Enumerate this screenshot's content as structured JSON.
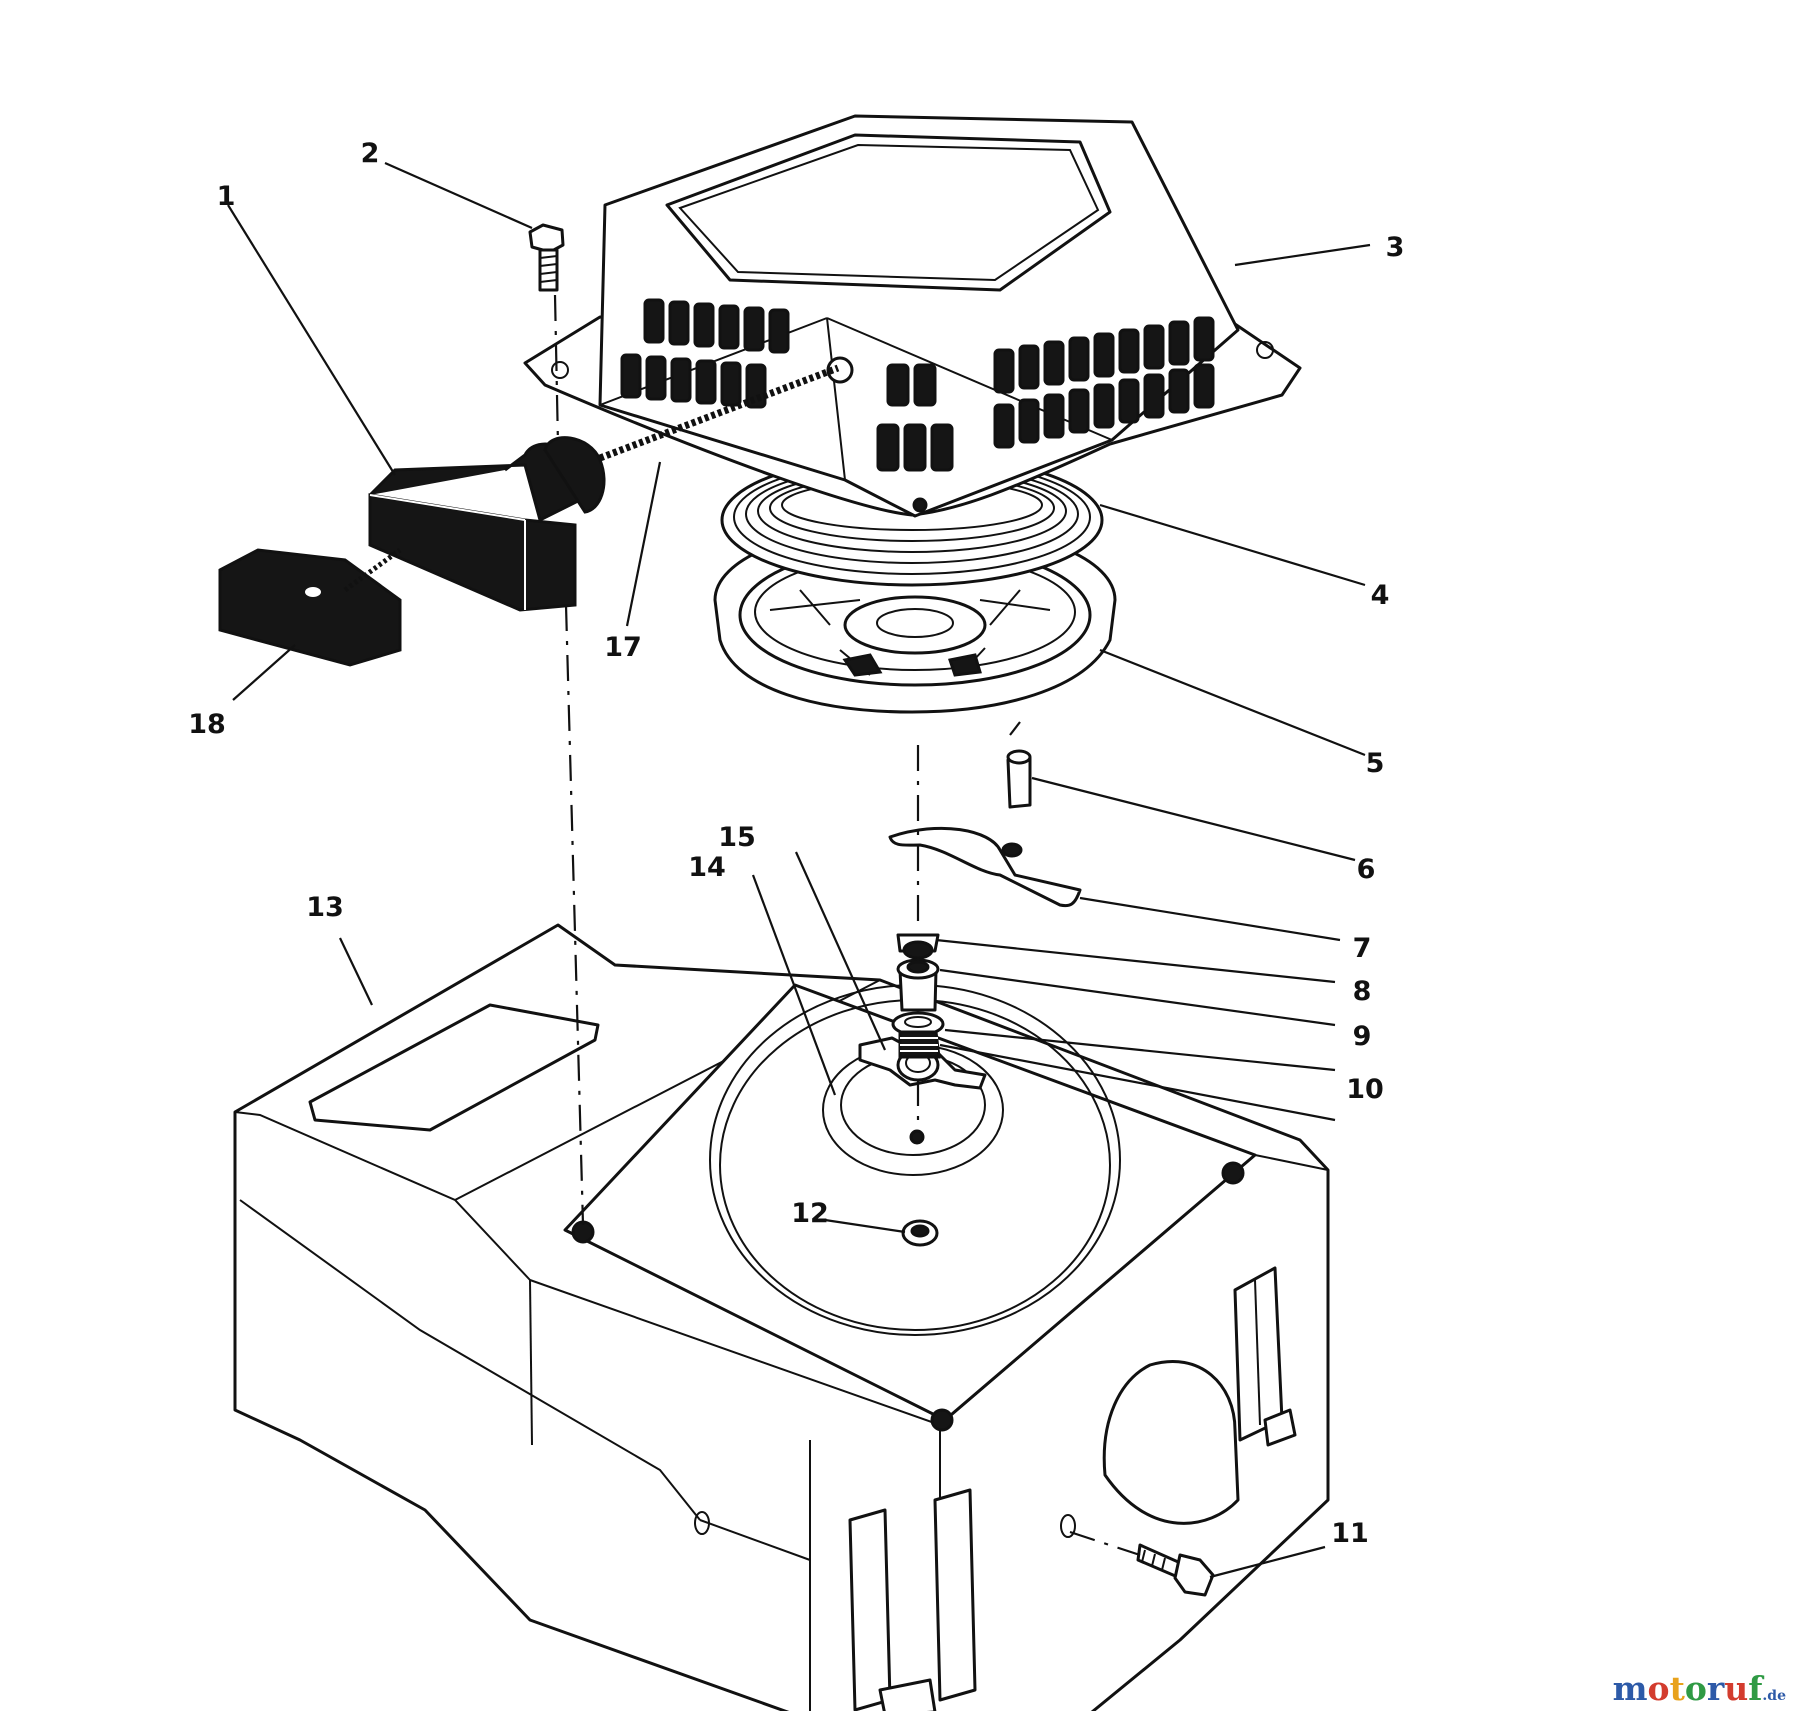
{
  "callouts": [
    {
      "number": "1",
      "part": "handle-grip"
    },
    {
      "number": "2",
      "part": "mounting-bolt"
    },
    {
      "number": "3",
      "part": "recoil-housing"
    },
    {
      "number": "4",
      "part": "recoil-spring"
    },
    {
      "number": "5",
      "part": "pulley"
    },
    {
      "number": "6",
      "part": "pawl-pin"
    },
    {
      "number": "7",
      "part": "pawl"
    },
    {
      "number": "8",
      "part": "center-shaft"
    },
    {
      "number": "9",
      "part": "washer"
    },
    {
      "number": "10",
      "part": "friction-spring"
    },
    {
      "number": "11",
      "part": "shroud-screw"
    },
    {
      "number": "12",
      "part": "grommet"
    },
    {
      "number": "13",
      "part": "blower-housing"
    },
    {
      "number": "14",
      "part": "friction-plate"
    },
    {
      "number": "15",
      "part": "retainer"
    },
    {
      "number": "17",
      "part": "starter-rope"
    },
    {
      "number": "18",
      "part": "handle-insert"
    }
  ],
  "watermark": {
    "text_main": "motoruf",
    "text_suffix": ".de",
    "colors": [
      "#2d5aa8",
      "#d33c2e",
      "#e8a21c",
      "#2f9a44",
      "#2d5aa8",
      "#d33c2e",
      "#2f9a44"
    ]
  }
}
